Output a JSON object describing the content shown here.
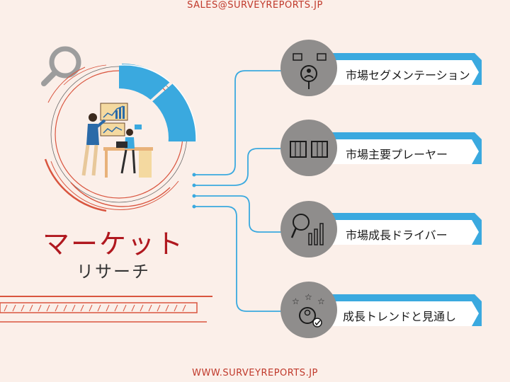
{
  "header": {
    "email": "SALES@SURVEYREPORTS.JP"
  },
  "footer": {
    "website": "WWW.SURVEYREPORTS.JP"
  },
  "title": {
    "main": "マーケット",
    "sub": "リサーチ"
  },
  "items": [
    {
      "label": "市場セグメンテーション",
      "icon": "segmentation-icon"
    },
    {
      "label": "市場主要プレーヤー",
      "icon": "handshake-fists-icon"
    },
    {
      "label": "市場成長ドライバー",
      "icon": "magnifier-bar-chart-icon"
    },
    {
      "label": "成長トレンドと見通し",
      "icon": "stars-user-check-icon"
    }
  ],
  "colors": {
    "accent_blue": "#3aa9df",
    "accent_red": "#d9553f",
    "icon_circle": "#8f8d8c",
    "background": "#fbefe9"
  }
}
